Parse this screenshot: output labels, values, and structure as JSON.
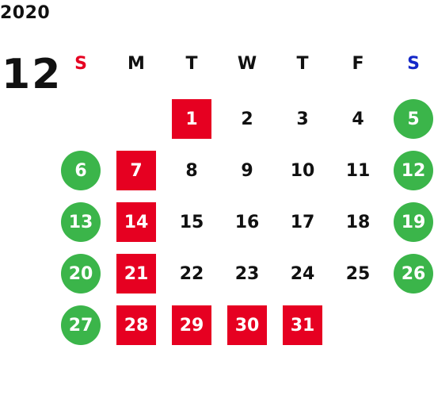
{
  "calendar": {
    "year": "2020",
    "month": "12",
    "weekdays": [
      {
        "label": "S",
        "color": "#e60021"
      },
      {
        "label": "M",
        "color": "#111111"
      },
      {
        "label": "T",
        "color": "#111111"
      },
      {
        "label": "W",
        "color": "#111111"
      },
      {
        "label": "T",
        "color": "#111111"
      },
      {
        "label": "F",
        "color": "#111111"
      },
      {
        "label": "S",
        "color": "#1428c8"
      }
    ],
    "colors": {
      "red": "#e60021",
      "green": "#3bb54a",
      "text": "#111111"
    },
    "days": [
      {
        "label": "1",
        "style": "red"
      },
      {
        "label": "2",
        "style": "plain"
      },
      {
        "label": "3",
        "style": "plain"
      },
      {
        "label": "4",
        "style": "plain"
      },
      {
        "label": "5",
        "style": "green"
      },
      {
        "label": "6",
        "style": "green"
      },
      {
        "label": "7",
        "style": "red"
      },
      {
        "label": "8",
        "style": "plain"
      },
      {
        "label": "9",
        "style": "plain"
      },
      {
        "label": "10",
        "style": "plain"
      },
      {
        "label": "11",
        "style": "plain"
      },
      {
        "label": "12",
        "style": "green"
      },
      {
        "label": "13",
        "style": "green"
      },
      {
        "label": "14",
        "style": "red"
      },
      {
        "label": "15",
        "style": "plain"
      },
      {
        "label": "16",
        "style": "plain"
      },
      {
        "label": "17",
        "style": "plain"
      },
      {
        "label": "18",
        "style": "plain"
      },
      {
        "label": "19",
        "style": "green"
      },
      {
        "label": "20",
        "style": "green"
      },
      {
        "label": "21",
        "style": "red"
      },
      {
        "label": "22",
        "style": "plain"
      },
      {
        "label": "23",
        "style": "plain"
      },
      {
        "label": "24",
        "style": "plain"
      },
      {
        "label": "25",
        "style": "plain"
      },
      {
        "label": "26",
        "style": "green"
      },
      {
        "label": "27",
        "style": "green"
      },
      {
        "label": "28",
        "style": "red"
      },
      {
        "label": "29",
        "style": "red"
      },
      {
        "label": "30",
        "style": "red"
      },
      {
        "label": "31",
        "style": "red"
      }
    ]
  }
}
